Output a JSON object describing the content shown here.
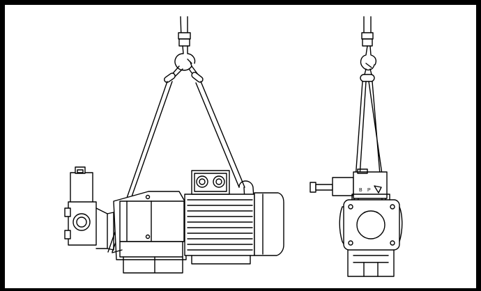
{
  "figure": {
    "views": [
      {
        "id": "side-view",
        "subject": "pump-motor-unit"
      },
      {
        "id": "end-view",
        "subject": "pump-motor-unit"
      }
    ]
  },
  "colors": {
    "stroke": "#000000",
    "fill": "#ffffff",
    "frame": "#000000"
  },
  "icons": [
    "lifting-hook-icon",
    "sling-icon",
    "motor-icon",
    "pump-icon",
    "valve-icon"
  ]
}
